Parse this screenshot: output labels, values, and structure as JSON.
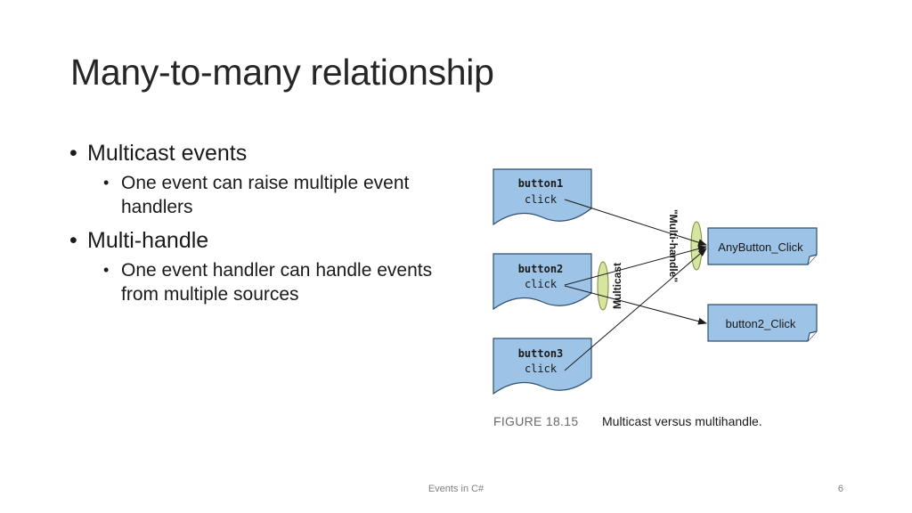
{
  "slide": {
    "title": "Many-to-many relationship",
    "bullets": [
      {
        "text": "Multicast events",
        "sub": [
          "One event can raise multiple event handlers"
        ]
      },
      {
        "text": "Multi-handle",
        "sub": [
          "One event handler can handle events from multiple sources"
        ]
      }
    ]
  },
  "diagram": {
    "sources": [
      {
        "name": "button1",
        "event": "click"
      },
      {
        "name": "button2",
        "event": "click"
      },
      {
        "name": "button3",
        "event": "click"
      }
    ],
    "handlers": [
      "AnyButton_Click",
      "button2_Click"
    ],
    "labels": {
      "multicast": "Multicast",
      "multihandle": "\"Multi-handle\""
    },
    "caption": {
      "number": "FIGURE 18.15",
      "text": "Multicast versus multihandle."
    },
    "colors": {
      "box_fill": "#9dc3e6",
      "box_stroke": "#2f4f6f",
      "ellipse_fill": "#d6e6a0",
      "ellipse_stroke": "#7a8a3a"
    }
  },
  "footer": {
    "center": "Events in C#",
    "page": "6"
  }
}
